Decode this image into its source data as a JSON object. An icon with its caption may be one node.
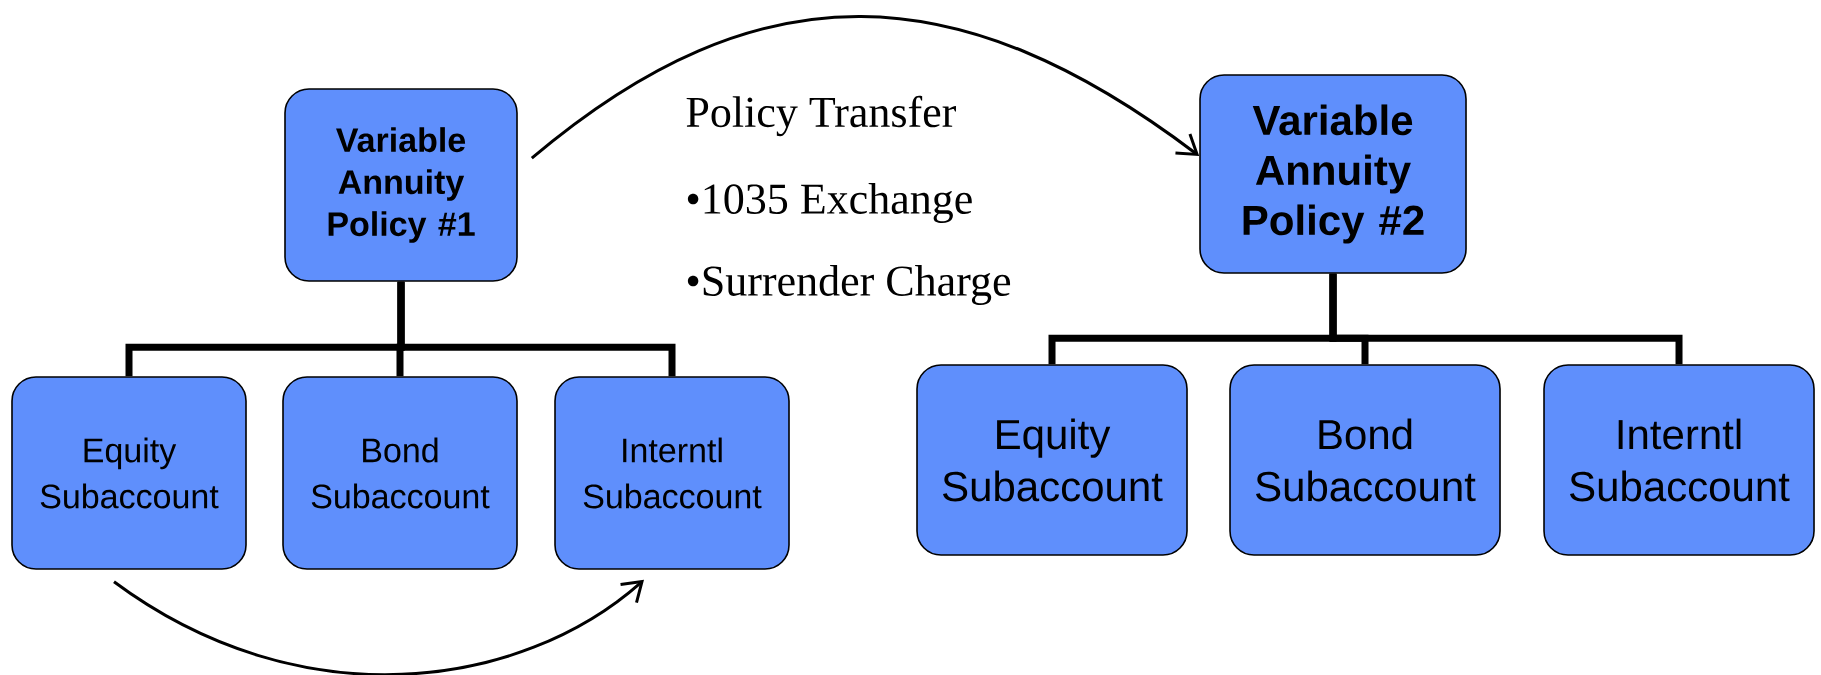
{
  "diagram": {
    "nodes": [
      {
        "text": [
          "Variable Annuity Policy #1"
        ]
      },
      {
        "text": [
          "Variable Annuity Policy #2"
        ]
      },
      {
        "text": [
          "Equity Subaccount"
        ]
      },
      {
        "text": [
          "Bond Subaccount"
        ]
      },
      {
        "text": [
          "Interntl Subaccount"
        ]
      },
      {
        "text": [
          "Equity Subaccount"
        ]
      },
      {
        "text": [
          "Bond Subaccount"
        ]
      },
      {
        "text": [
          "Interntl Subaccount"
        ]
      }
    ],
    "edges": [
      {
        "from": 0,
        "to": 2,
        "arrow": "none"
      },
      {
        "from": 0,
        "to": 3,
        "arrow": "none"
      },
      {
        "from": 0,
        "to": 4,
        "arrow": "none"
      },
      {
        "from": 1,
        "to": 5,
        "arrow": "none"
      },
      {
        "from": 1,
        "to": 6,
        "arrow": "none"
      },
      {
        "from": 1,
        "to": 7,
        "arrow": "none"
      },
      {
        "from": 0,
        "to": 1,
        "arrow": "to"
      },
      {
        "from": 2,
        "to": 4,
        "arrow": "to"
      }
    ],
    "labels": [
      "Policy Transfer",
      "•1035 Exchange",
      "•Surrender Charge"
    ]
  }
}
